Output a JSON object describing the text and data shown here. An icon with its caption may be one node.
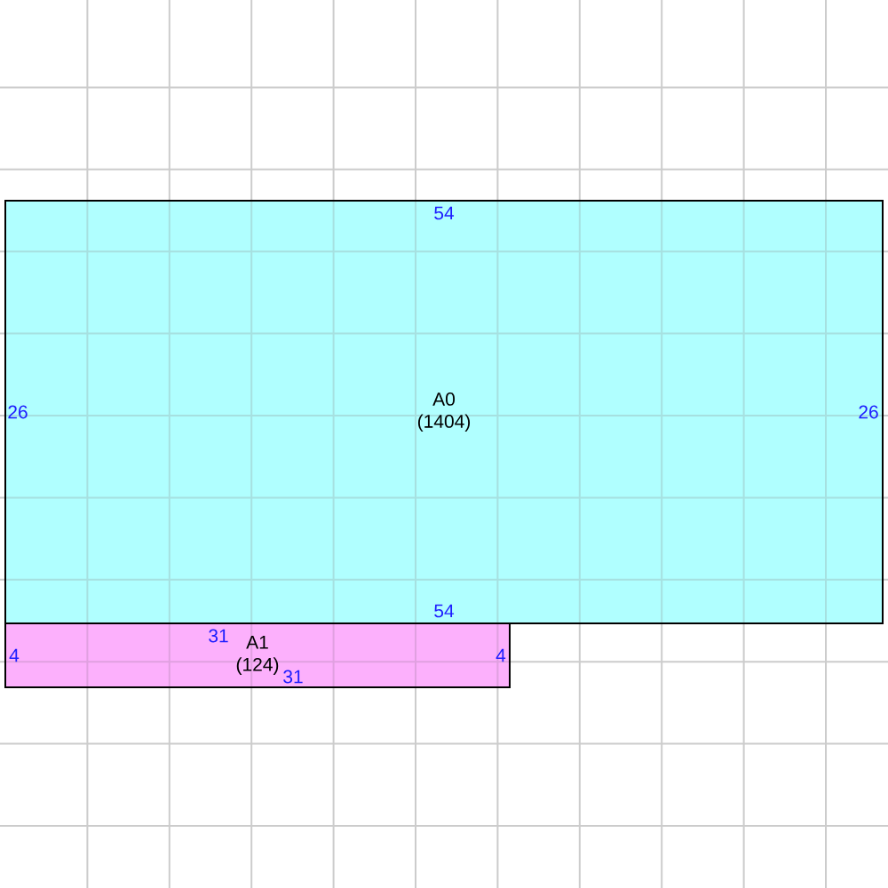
{
  "diagram": {
    "nodes": [
      {
        "text": [
          "54",
          "26",
          "A0",
          "(1404)",
          "26",
          "54"
        ]
      },
      {
        "text": [
          "31",
          "A1",
          "4",
          "4",
          "(124)",
          "31"
        ]
      }
    ]
  }
}
